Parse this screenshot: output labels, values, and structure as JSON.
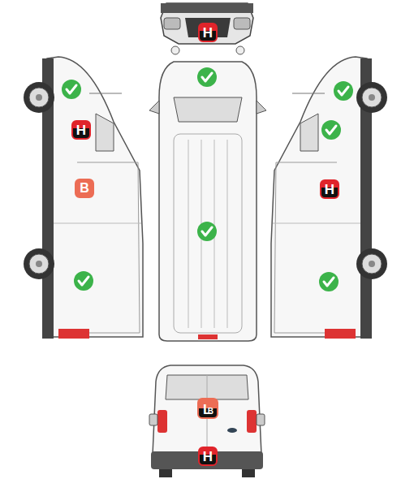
{
  "diagram": {
    "nodes": [
      {
        "text": [
          "H"
        ]
      },
      {
        "text": [
          "H"
        ]
      },
      {
        "text": [
          "B"
        ]
      },
      {
        "text": [
          "H"
        ]
      },
      {
        "text": [
          "L",
          "B"
        ]
      },
      {
        "text": [
          "H"
        ]
      }
    ]
  }
}
